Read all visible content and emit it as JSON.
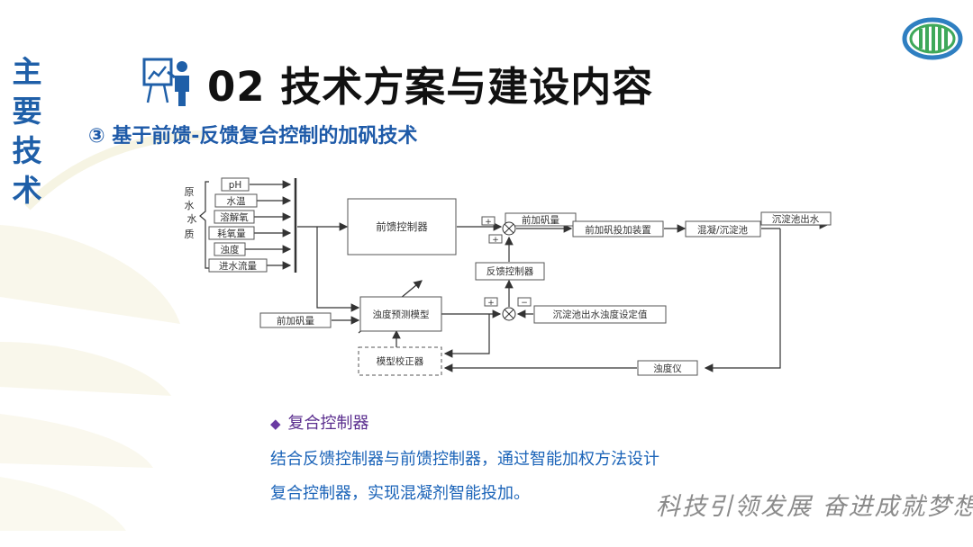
{
  "side_title": [
    "主",
    "要",
    "技",
    "术"
  ],
  "title": "02 技术方案与建设内容",
  "subtitle": "③ 基于前馈-反馈复合控制的加矾技术",
  "diagram": {
    "raw_water_quality": [
      "原",
      "水",
      "水",
      "质"
    ],
    "inputs": [
      "pH",
      "水温",
      "溶解氧",
      "耗氧量",
      "浊度",
      "进水流量"
    ],
    "feedforward_controller": "前馈控制器",
    "pre_alum_dose_top": "前加矾量",
    "pre_alum_device": "前加矾投加装置",
    "coag_settle": "混凝/沉淀池",
    "settle_outlet": "沉淀池出水",
    "feedback_controller": "反馈控制器",
    "turbidity_model": "浊度预测模型",
    "pre_alum_dose_left": "前加矾量",
    "settle_setpoint": "沉淀池出水浊度设定值",
    "model_corrector": "模型校正器",
    "turbidimeter": "浊度仪",
    "sign_plus": "+",
    "sign_minus": "−"
  },
  "bullet": {
    "heading": "复合控制器",
    "body_line1": "结合反馈控制器与前馈控制器，通过智能加权方法设计",
    "body_line2": "复合控制器，实现混凝剂智能投加。"
  },
  "slogan": "科技引领发展  奋进成就梦想",
  "colors": {
    "accent_blue": "#1f5fa8",
    "purple": "#5a2d8e",
    "text_blue": "#1a63b8",
    "logo_green": "#3fa85a"
  }
}
